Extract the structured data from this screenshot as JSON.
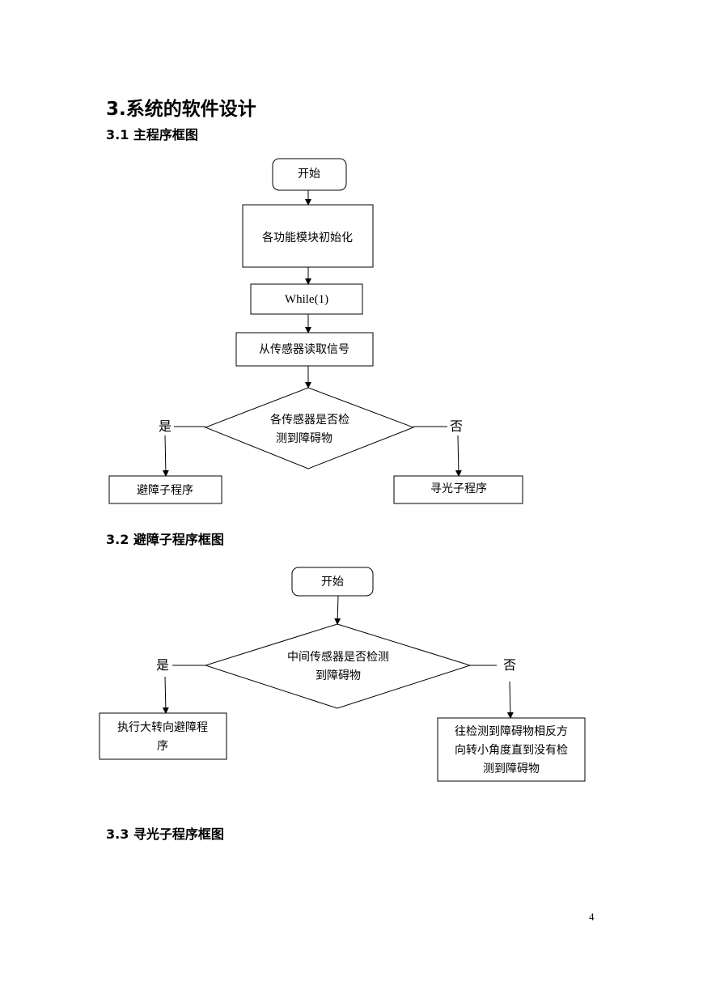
{
  "headings": {
    "main": "3.系统的软件设计",
    "s31": "3.1 主程序框图",
    "s32": "3.2 避障子程序框图",
    "s33": "3.3 寻光子程序框图"
  },
  "flow1": {
    "start": "开始",
    "init": "各功能模块初始化",
    "loop": "While(1)",
    "read": "从传感器读取信号",
    "decision": [
      "各传感器是否检",
      "测到障碍物"
    ],
    "yes": "是",
    "no": "否",
    "yes_box": "避障子程序",
    "no_box": "寻光子程序"
  },
  "flow2": {
    "start": "开始",
    "decision": [
      "中间传感器是否检测",
      "到障碍物"
    ],
    "yes": "是",
    "no": "否",
    "yes_box": [
      "执行大转向避障程",
      "序"
    ],
    "no_box": [
      "往检测到障碍物相反方",
      "向转小角度直到没有检",
      "测到障碍物"
    ]
  },
  "page_number": "4"
}
